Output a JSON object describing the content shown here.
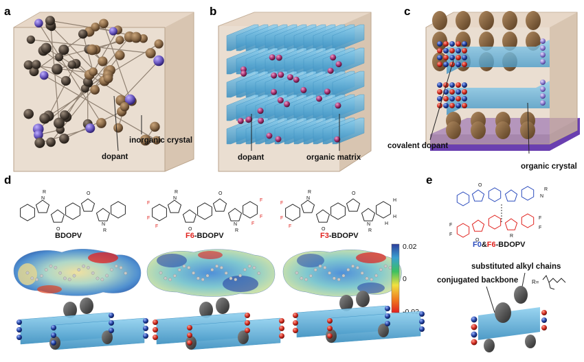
{
  "panels": {
    "a": "a",
    "b": "b",
    "c": "c",
    "d": "d",
    "e": "e"
  },
  "callouts": {
    "a_dopant": "dopant",
    "a_crystal": "inorganic crystal",
    "b_dopant": "dopant",
    "b_matrix": "organic matrix",
    "c_dopant": "covalent dopant",
    "c_crystal": "organic crystal",
    "e_chains": "substituted alkyl chains",
    "e_backbone": "conjugated backbone",
    "e_r": "R="
  },
  "molecules": {
    "m1_name": "BDOPV",
    "m2_prefix": "F6",
    "m2_suffix": "-BDOPV",
    "m3_prefix": "F3",
    "m3_suffix": "-BDOPV",
    "e_prefix1": "F0",
    "e_amp": "&",
    "e_prefix2": "F6",
    "e_suffix": "-BDOPV"
  },
  "atoms": {
    "F": "F",
    "H": "H",
    "R": "R",
    "N": "N",
    "O": "O"
  },
  "colorbar": {
    "max": "0.02",
    "mid": "0",
    "min": "-0.02",
    "colors": [
      "#2c3e9c",
      "#3aa0d0",
      "#3cc060",
      "#f0e040",
      "#f08020",
      "#e02020"
    ]
  },
  "colors": {
    "crystal_box": "#d8c2ab",
    "brown_atom": "#8a6a48",
    "purple_atom": "#7060c0",
    "blue_sheet": "#5aaed8",
    "magenta_atom": "#a03070",
    "red_atom": "#d02a20",
    "navy_atom": "#2040a0",
    "substrate": "#6a3fb0",
    "gray_disc": "#555555"
  }
}
